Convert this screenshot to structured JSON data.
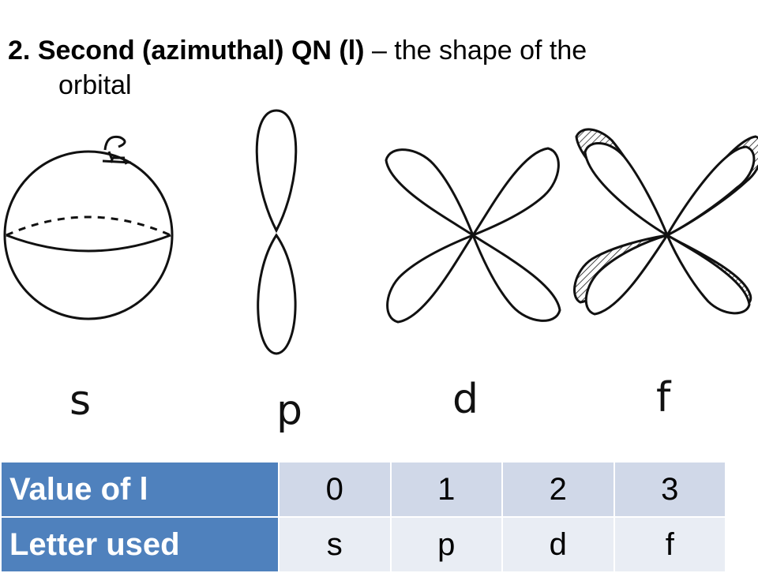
{
  "heading": {
    "number": "2.",
    "bold_text": "Second (azimuthal) QN (l)",
    "rest_text": "– the shape of the",
    "continuation": "orbital"
  },
  "orbitals": [
    {
      "letter": "s",
      "icon": "sphere-with-dashed-equator-icon"
    },
    {
      "letter": "p",
      "icon": "two-lobe-dumbbell-icon"
    },
    {
      "letter": "d",
      "icon": "four-lobe-cloverleaf-icon"
    },
    {
      "letter": "f",
      "icon": "four-lobe-shaded-3d-icon"
    }
  ],
  "table": {
    "rows": [
      {
        "header": "Value of l",
        "values": [
          "0",
          "1",
          "2",
          "3"
        ]
      },
      {
        "header": "Letter used",
        "values": [
          "s",
          "p",
          "d",
          "f"
        ]
      }
    ],
    "colors": {
      "header": "#4f81bd",
      "row1": "#d0d8e8",
      "row2": "#e9edf4",
      "header_text": "#ffffff"
    }
  }
}
